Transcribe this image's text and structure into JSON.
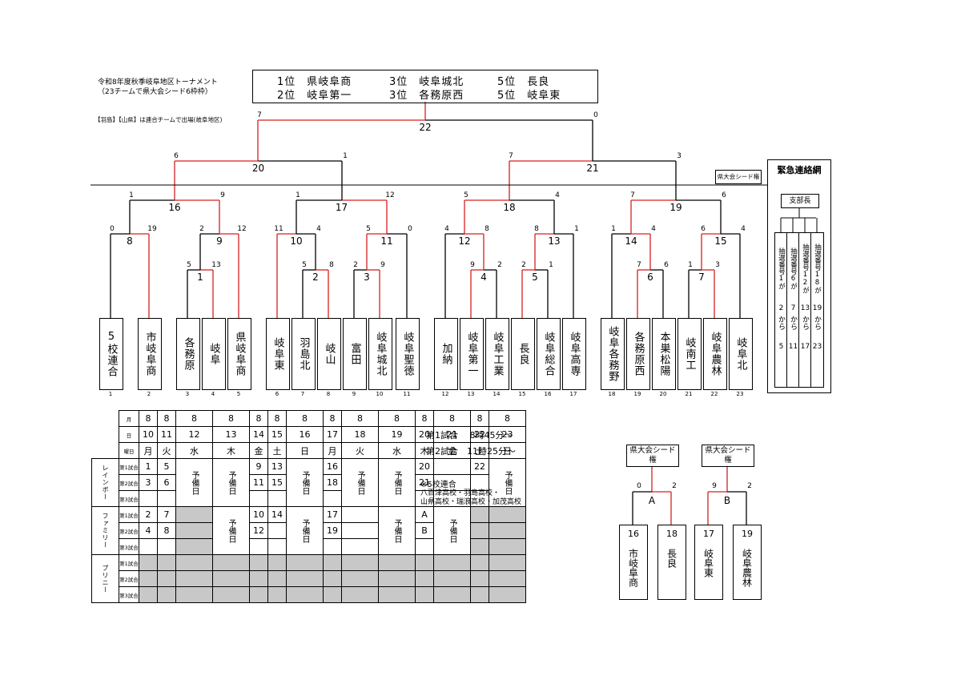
{
  "title_lines": [
    "令和8年度秋季岐阜地区トーナメント",
    "（23チームで県大会シード6枠枠）"
  ],
  "note": "【羽島】【山県】は連合チームで出場(岐阜地区)",
  "results": {
    "row1": [
      "1位　県岐阜商",
      "3位　岐阜城北",
      "5位　長良"
    ],
    "row2": [
      "2位　岐阜第一",
      "3位　各務原西",
      "5位　岐阜東"
    ]
  },
  "seed_line_label": "県大会シード権",
  "teams": [
    "5校連合",
    "市岐阜商",
    "各務原",
    "岐阜",
    "県岐阜商",
    "岐阜東",
    "羽島北",
    "岐山",
    "富田",
    "岐阜城北",
    "岐阜聖徳",
    "加納",
    "岐阜第一",
    "岐阜工業",
    "長良",
    "岐阜総合",
    "岐阜高専",
    "岐阜各務野",
    "各務原西",
    "本巣松陽",
    "岐南工",
    "岐阜農林",
    "岐阜北"
  ],
  "team_numbers": [
    "1",
    "2",
    "3",
    "4",
    "5",
    "6",
    "7",
    "8",
    "9",
    "10",
    "11",
    "12",
    "13",
    "14",
    "15",
    "16",
    "17",
    "18",
    "19",
    "20",
    "21",
    "22",
    "23"
  ],
  "match_labels": {
    "m1": "1",
    "m2": "2",
    "m3": "3",
    "m4": "4",
    "m5": "5",
    "m6": "6",
    "m7": "7",
    "m8": "8",
    "m9": "9",
    "m10": "10",
    "m11": "11",
    "m12": "12",
    "m13": "13",
    "m14": "14",
    "m15": "15",
    "m16": "16",
    "m17": "17",
    "m18": "18",
    "m19": "19",
    "m20": "20",
    "m21": "21",
    "m22": "22"
  },
  "scores": {
    "m1": [
      "5",
      "13"
    ],
    "m2": [
      "5",
      "8"
    ],
    "m3": [
      "2",
      "9"
    ],
    "m4": [
      "9",
      "2"
    ],
    "m5": [
      "2",
      "1"
    ],
    "m6": [
      "7",
      "6"
    ],
    "m7": [
      "1",
      "3"
    ],
    "m8": [
      "0",
      "19"
    ],
    "m9": [
      "2",
      "12"
    ],
    "m10": [
      "11",
      "4"
    ],
    "m11": [
      "5",
      "0"
    ],
    "m12": [
      "4",
      "8"
    ],
    "m13": [
      "8",
      "1"
    ],
    "m14": [
      "1",
      "4"
    ],
    "m15": [
      "6",
      "4"
    ],
    "m16": [
      "1",
      "9"
    ],
    "m17": [
      "1",
      "12"
    ],
    "m18": [
      "5",
      "4"
    ],
    "m19": [
      "7",
      "6"
    ],
    "m20": [
      "6",
      "1"
    ],
    "m21": [
      "7",
      "3"
    ],
    "m22": [
      "7",
      "0"
    ]
  },
  "emergency": {
    "title": "緊急連絡網",
    "chief": "支部長",
    "cols": [
      {
        "label": "抽選番号1が",
        "from": "2",
        "word": "から",
        "to": "5"
      },
      {
        "label": "抽選番号6が",
        "from": "7",
        "word": "から",
        "to": "11"
      },
      {
        "label": "抽選番号12が",
        "from": "13",
        "word": "から",
        "to": "17"
      },
      {
        "label": "抽選番号18が",
        "from": "19",
        "word": "から",
        "to": "23"
      }
    ]
  },
  "schedule": {
    "row_month_label": "月",
    "row_day_label": "日",
    "row_dow_label": "曜日",
    "months": [
      "8",
      "8",
      "8",
      "8",
      "8",
      "8",
      "8",
      "8",
      "8",
      "8",
      "8",
      "8",
      "8",
      "8"
    ],
    "days": [
      "10",
      "11",
      "12",
      "13",
      "14",
      "15",
      "16",
      "17",
      "18",
      "19",
      "20",
      "21",
      "22",
      "23"
    ],
    "dows": [
      "月",
      "火",
      "水",
      "木",
      "金",
      "土",
      "日",
      "月",
      "火",
      "水",
      "木",
      "金",
      "土",
      "日"
    ],
    "groups": [
      "レインボー",
      "ファミリー",
      "プリニー"
    ],
    "slots": [
      "第1試合",
      "第2試合",
      "第3試合"
    ],
    "yobi": "予備日",
    "rainbow": [
      [
        "1",
        "5",
        "",
        "",
        "9",
        "13",
        "",
        "16",
        "",
        "",
        "20",
        "",
        "22",
        ""
      ],
      [
        "3",
        "6",
        "",
        "",
        "11",
        "15",
        "",
        "18",
        "",
        "",
        "21",
        "",
        "",
        ""
      ]
    ],
    "family": [
      [
        "2",
        "7",
        "",
        "",
        "10",
        "14",
        "",
        "17",
        "",
        "",
        "A",
        "",
        "",
        ""
      ],
      [
        "4",
        "8",
        "",
        "",
        "12",
        "",
        "",
        "19",
        "",
        "",
        "B",
        "",
        "",
        ""
      ]
    ]
  },
  "time_info": [
    "第1試合　 8時45分～",
    "第2試合　11時25分～"
  ],
  "five_note": {
    "title": "※5校連合",
    "lines": [
      "八百津高校・羽島高校・",
      "山県高校・瑞浪高校・加茂高校"
    ]
  },
  "seed_box": "県大会シード権",
  "playoffs": [
    {
      "label": "A",
      "scores": [
        "0",
        "2"
      ],
      "nums": [
        "16",
        "18"
      ],
      "teams": [
        "市岐阜商",
        "長良"
      ]
    },
    {
      "label": "B",
      "scores": [
        "9",
        "2"
      ],
      "nums": [
        "17",
        "19"
      ],
      "teams": [
        "岐阜東",
        "岐阜農林"
      ]
    }
  ]
}
